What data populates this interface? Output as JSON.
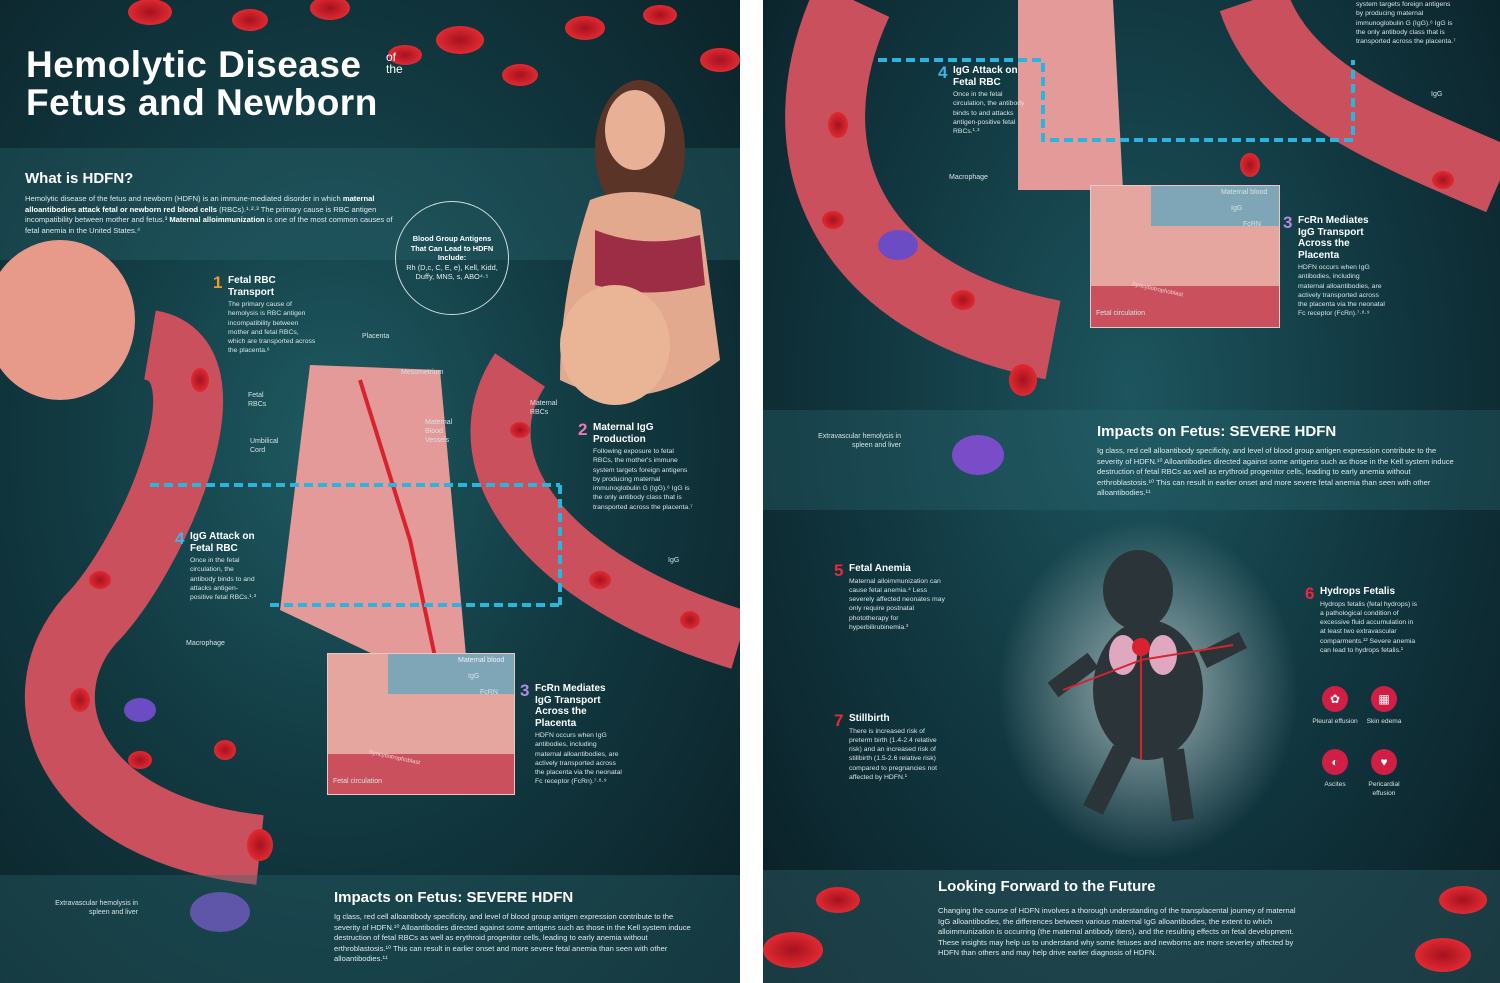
{
  "colors": {
    "vessel": "#c9505c",
    "rbc": "#d8232f",
    "igg": "#1d6fc0",
    "dashed": "#2ab5de",
    "step1": "#f29b1f",
    "step2": "#ee78b4",
    "step3": "#b48ae0",
    "step4": "#3cb6e6",
    "step5": "#e8283c",
    "accent_icon": "#d01e45"
  },
  "left": {
    "title": {
      "line1": "Hemolytic Disease",
      "of_the": "of the",
      "line2": "Fetus and Newborn"
    },
    "what": {
      "heading": "What is HDFN?",
      "p1": "Hemolytic disease of the fetus and newborn (HDFN) is an immune-mediated disorder in which ",
      "b1": "maternal alloantibodies attack fetal or newborn red blood cells",
      "p2": " (RBCs).¹·²·³ The primary cause is RBC antigen incompatibility between mother and fetus.³ ",
      "b2": "Maternal alloimmunization",
      "p3": " is one of the most common causes of fetal anemia in the United States.⁴"
    },
    "antigens": {
      "heading": "Blood Group Antigens That Can Lead to HDFN Include:",
      "body": "Rh (D,c, C, E, e), Kell, Kidd, Duffy, MNS, s, ABO⁴·⁵"
    },
    "steps": [
      {
        "num": "1",
        "title": "Fetal RBC Transport",
        "body": "The primary cause of hemolysis is RBC antigen incompatibility between mother and fetal RBCs, which are transported across the placenta.⁶"
      },
      {
        "num": "2",
        "title": "Maternal IgG Production",
        "body": "Following exposure to fetal RBCs, the mother's immune system targets foreign antigens by producing maternal immunoglobulin G (IgG).⁶ IgG is the only antibody class that is transported across the placenta.⁷"
      },
      {
        "num": "3",
        "title": "FcRn Mediates IgG Transport Across the Placenta",
        "body": "HDFN occurs when IgG antibodies, including maternal alloantibodies, are actively transported across the placenta via the neonatal Fc receptor (FcRn).⁷·⁸·⁹"
      },
      {
        "num": "4",
        "title": "IgG Attack on Fetal RBC",
        "body": "Once in the fetal circulation, the antibody binds to and attacks antigen-positive fetal RBCs.¹·³"
      }
    ],
    "labels": {
      "placenta": "Placenta",
      "mesometrium": "Mesometrium",
      "maternal_vessels": "Maternal Blood Vessels",
      "fetal_rbcs": "Fetal RBCs",
      "umbilical": "Umbilical Cord",
      "maternal_rbcs": "Maternal RBCs",
      "igg": "IgG",
      "macrophage": "Macrophage",
      "extravascular": "Extravascular hemolysis in spleen and liver"
    },
    "inset": {
      "maternal_blood": "Maternal blood",
      "igg": "IgG",
      "fcrn": "FcRN",
      "syncytio": "Syncytiotrophoblast",
      "fetal_circ": "Fetal circulation"
    },
    "impacts": {
      "heading": "Impacts on Fetus: SEVERE HDFN",
      "body": "Ig class, red cell alloantibody specificity, and level of blood group antigen expression contribute to the severity of HDFN.¹⁰ Alloantibodies directed against some antigens such as those in the Kell system induce destruction of fetal RBCs as well as erythroid progenitor cells, leading to early anemia without erthroblastosis.¹⁰ This can result in earlier onset and more severe fetal anemia than seen with other alloantibodies.¹¹"
    }
  },
  "right": {
    "step2_partial": "system targets foreign antigens by producing maternal immunoglobulin G (IgG).⁶ IgG is the only antibody class that is transported across the placenta.⁷",
    "steps": [
      {
        "num": "4",
        "title": "IgG Attack on Fetal RBC",
        "body": "Once in the fetal circulation, the antibody binds to and attacks antigen-positive fetal RBCs.¹·³"
      },
      {
        "num": "3",
        "title": "FcRn Mediates IgG Transport Across the Placenta",
        "body": "HDFN occurs when IgG antibodies, including maternal alloantibodies, are actively transported across the placenta via the neonatal Fc receptor (FcRn).⁷·⁸·⁹"
      },
      {
        "num": "5",
        "title": "Fetal Anemia",
        "body": "Maternal alloimmunization can cause fetal anemia.⁴ Less severely affected neonates may only require postnatal phototherapy for hyperbilirubinemia.³"
      },
      {
        "num": "6",
        "title": "Hydrops Fetalis",
        "body": "Hydrops fetalis (fetal hydrops) is a pathological condition of excessive fluid accumulation in at least two extravascular comparments.¹² Severe anemia can lead to hydrops fetalis.¹"
      },
      {
        "num": "7",
        "title": "Stillbirth",
        "body": "There is increased risk of preterm birth (1.4-2.4 relative risk) and an increased risk of stillbirth (1.5-2.6 relative risk) compared to pregnancies not affected by HDFN.¹"
      }
    ],
    "labels": {
      "macrophage": "Macrophage",
      "igg": "IgG",
      "extravascular": "Extravascular hemolysis in spleen and liver"
    },
    "inset": {
      "maternal_blood": "Maternal blood",
      "igg": "IgG",
      "fcrn": "FcRN",
      "syncytio": "Syncytiotrophoblast",
      "fetal_circ": "Fetal circulation"
    },
    "impacts": {
      "heading": "Impacts on Fetus: SEVERE HDFN",
      "body": "Ig class, red cell alloantibody specificity, and level of blood group antigen expression contribute to the severity of HDFN.¹⁰ Alloantibodies directed against some antigens such as those in the Kell system induce destruction of fetal RBCs as well as erythroid progenitor cells, leading to early anemia without erthroblastosis.¹⁰ This can result in earlier onset and more severe fetal anemia than seen with other alloantibodies.¹¹"
    },
    "hydrops_icons": [
      {
        "label": "Pleural effusion",
        "icon": "lungs-icon"
      },
      {
        "label": "Skin edema",
        "icon": "skin-icon"
      },
      {
        "label": "Ascites",
        "icon": "abdomen-icon"
      },
      {
        "label": "Pericardial effusion",
        "icon": "heart-icon"
      }
    ],
    "future": {
      "heading": "Looking Forward to the Future",
      "body": "Changing the course of HDFN involves a thorough understanding of the transplacental journey of maternal IgG alloantibodies, the differences between various maternal IgG alloantibodies, the extent to which alloimmunization is occurring (the maternal antibody titers), and the resulting effects on fetal development. These insights may help us to understand why some fetuses and newborns are more severley affected by HDFN than others and may help drive earlier diagnosis of HDFN."
    }
  }
}
